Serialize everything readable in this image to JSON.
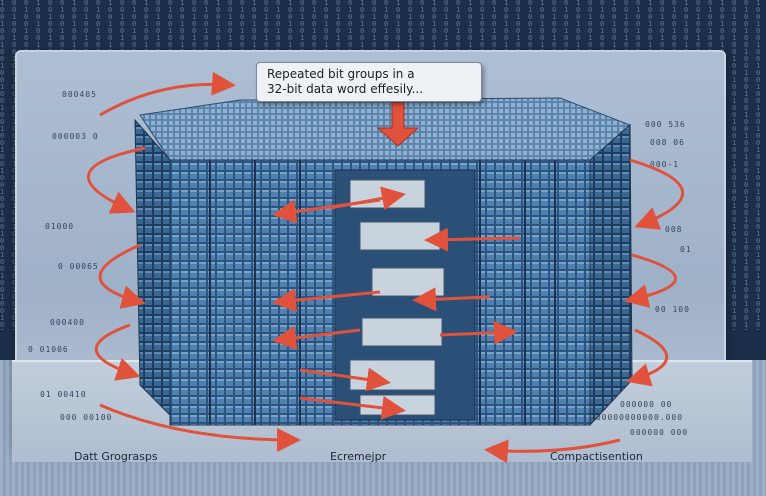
{
  "callout": {
    "line1": "Repeated bit groups in a",
    "line2": "32-bit data word effesily..."
  },
  "footer": {
    "left": "Datt Grograsps",
    "center": "Ecremejpr",
    "right": "Compactisention"
  },
  "side_codes": {
    "left": [
      "000405",
      "000003 0",
      "01000",
      "0 00065",
      "000400",
      "0 01006",
      "01 00410",
      "000 00100"
    ],
    "right": [
      "000 536",
      "008 06",
      "000-1",
      "008",
      "01",
      "00 100",
      "000000 00",
      "000000 000"
    ],
    "bottom": "000000000000.000"
  },
  "colors": {
    "block": "#3e6f9d",
    "block_dark": "#264a6e",
    "arrow": "#e0523b",
    "panel": "#aebfd4"
  }
}
